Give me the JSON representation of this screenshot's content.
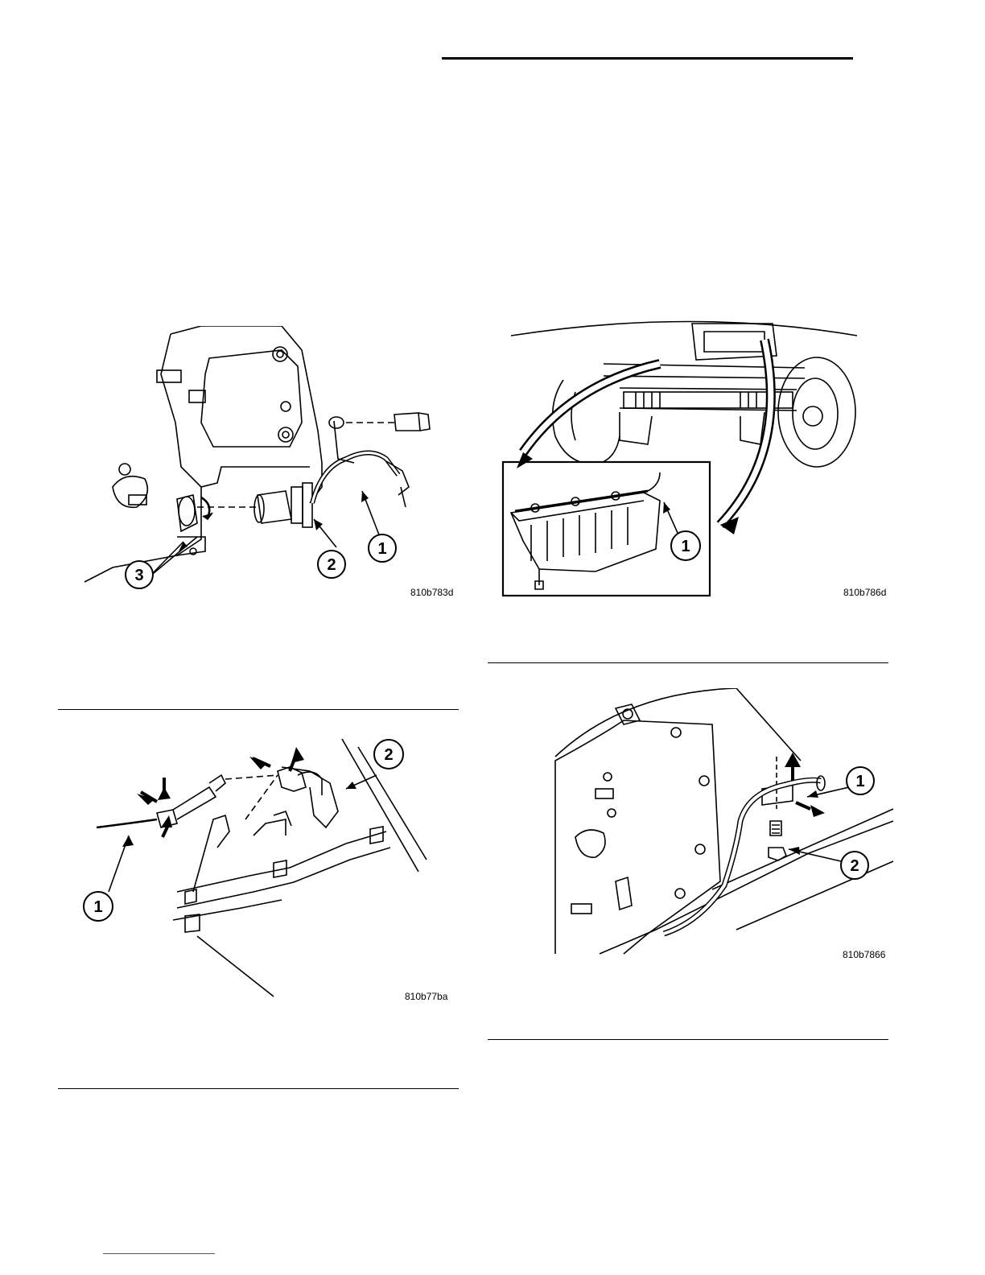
{
  "figures": [
    {
      "id": "fig-a",
      "code": "810b783d",
      "callouts": [
        "1",
        "2",
        "3"
      ]
    },
    {
      "id": "fig-b",
      "code": "810b786d",
      "callouts": [
        "1"
      ]
    },
    {
      "id": "fig-c",
      "code": "810b77ba",
      "callouts": [
        "1",
        "2"
      ]
    },
    {
      "id": "fig-d",
      "code": "810b7866",
      "callouts": [
        "1",
        "2"
      ]
    }
  ]
}
